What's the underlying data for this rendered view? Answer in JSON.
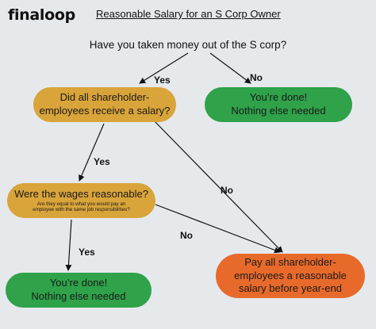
{
  "brand": {
    "logo_text": "finaloop"
  },
  "header": {
    "title": "Reasonable Salary for an S Corp Owner"
  },
  "question": "Have you taken money out of the S corp?",
  "nodes": {
    "salary": {
      "line1": "Did all shareholder-",
      "line2": "employees receive a salary?",
      "color": "#d9a43a"
    },
    "done_top": {
      "line1": "You’re done!",
      "line2": "Nothing else needed",
      "color": "#2fa24a"
    },
    "wages": {
      "title": "Were the wages reasonable?",
      "sub1": "Are they equal to what you would pay an",
      "sub2": "employee with the same job responsibilities?",
      "color": "#d9a43a"
    },
    "done_bottom": {
      "line1": "You’re done!",
      "line2": "Nothing else needed",
      "color": "#2fa24a"
    },
    "pay": {
      "line1": "Pay all shareholder-",
      "line2": "employees a reasonable",
      "line3": "salary before year-end",
      "color": "#e86a2b"
    }
  },
  "edge_labels": {
    "q_yes": "Yes",
    "q_no": "No",
    "salary_yes": "Yes",
    "salary_no": "No",
    "wages_yes": "Yes",
    "wages_no": "No"
  }
}
